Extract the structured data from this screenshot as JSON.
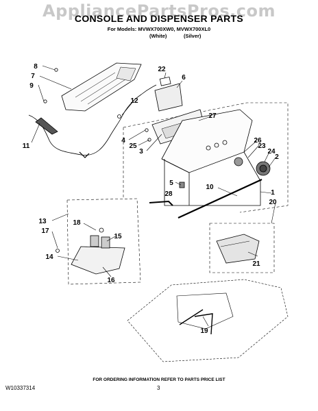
{
  "watermark": "AppliancePartsPros.com",
  "title": "CONSOLE AND DISPENSER PARTS",
  "models_line": "For Models: MVWX700XW0, MVWX700XL0",
  "variants": [
    "(White)",
    "(Silver)"
  ],
  "footer_note": "FOR ORDERING INFORMATION REFER TO PARTS PRICE LIST",
  "document_number": "W10337314",
  "page_number": "3",
  "callouts": [
    "8",
    "7",
    "9",
    "22",
    "6",
    "12",
    "11",
    "27",
    "4",
    "25",
    "3",
    "26",
    "23",
    "24",
    "2",
    "5",
    "28",
    "10",
    "1",
    "20",
    "13",
    "18",
    "17",
    "15",
    "14",
    "16",
    "21",
    "19"
  ]
}
